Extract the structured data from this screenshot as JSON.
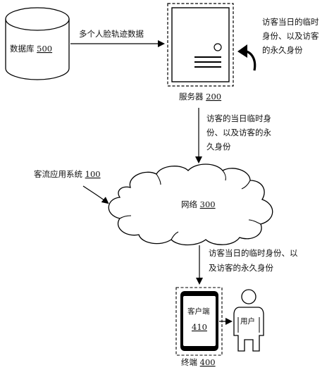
{
  "nodes": {
    "database": {
      "name": "数据库",
      "ref": "500"
    },
    "server": {
      "name": "服务器",
      "ref": "200"
    },
    "network": {
      "name": "网络",
      "ref": "300"
    },
    "system": {
      "name": "客流应用系统",
      "ref": "100"
    },
    "client": {
      "name": "客户端",
      "ref": "410"
    },
    "terminal": {
      "name": "终端",
      "ref": "400"
    },
    "user": {
      "name": "用户"
    }
  },
  "edges": {
    "db_to_server": "多个人脸轨迹数据",
    "server_loop": [
      "访客当日的临时",
      "身份、以及访客",
      "的永久身份"
    ],
    "server_to_network": [
      "访客的当日临时身",
      "份、以及访客的永",
      "久身份"
    ],
    "network_to_terminal": [
      "访客当日的临时身份、以",
      "及访客的永久身份"
    ]
  }
}
